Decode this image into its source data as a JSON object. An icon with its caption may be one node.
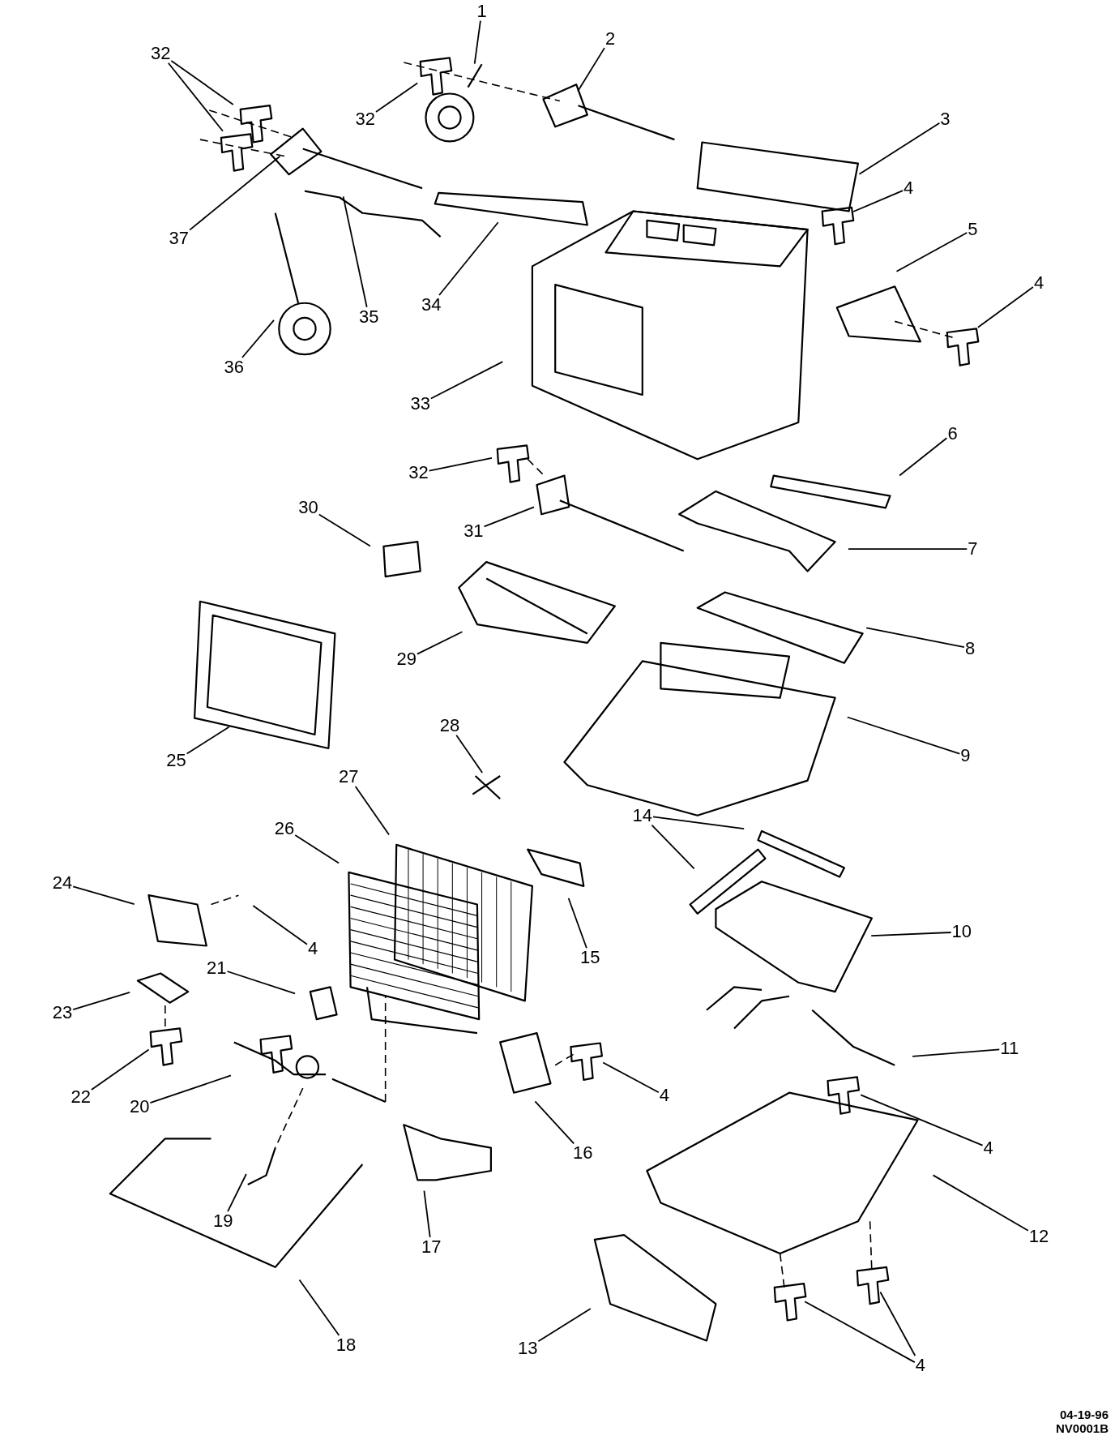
{
  "diagram": {
    "nodes": [
      {
        "text": [
          "1"
        ]
      },
      {
        "text": [
          "2"
        ]
      },
      {
        "text": [
          "32"
        ]
      },
      {
        "text": [
          "32"
        ]
      },
      {
        "text": [
          "3"
        ]
      },
      {
        "text": [
          "4"
        ]
      },
      {
        "text": [
          "5"
        ]
      },
      {
        "text": [
          "37"
        ]
      },
      {
        "text": [
          "4"
        ]
      },
      {
        "text": [
          "34"
        ]
      },
      {
        "text": [
          "35"
        ]
      },
      {
        "text": [
          "36"
        ]
      },
      {
        "text": [
          "33"
        ]
      },
      {
        "text": [
          "6"
        ]
      },
      {
        "text": [
          "32"
        ]
      },
      {
        "text": [
          "30"
        ]
      },
      {
        "text": [
          "31"
        ]
      },
      {
        "text": [
          "7"
        ]
      },
      {
        "text": [
          "8"
        ]
      },
      {
        "text": [
          "29"
        ]
      },
      {
        "text": [
          "28"
        ]
      },
      {
        "text": [
          "9"
        ]
      },
      {
        "text": [
          "25"
        ]
      },
      {
        "text": [
          "27"
        ]
      },
      {
        "text": [
          "14"
        ]
      },
      {
        "text": [
          "26"
        ]
      },
      {
        "text": [
          "24"
        ]
      },
      {
        "text": [
          "10"
        ]
      },
      {
        "text": [
          "4"
        ]
      },
      {
        "text": [
          "15"
        ]
      },
      {
        "text": [
          "21"
        ]
      },
      {
        "text": [
          "23"
        ]
      },
      {
        "text": [
          "11"
        ]
      },
      {
        "text": [
          "4"
        ]
      },
      {
        "text": [
          "22"
        ]
      },
      {
        "text": [
          "20"
        ]
      },
      {
        "text": [
          "4"
        ]
      },
      {
        "text": [
          "16"
        ]
      },
      {
        "text": [
          "19"
        ]
      },
      {
        "text": [
          "12"
        ]
      },
      {
        "text": [
          "17"
        ]
      },
      {
        "text": [
          "18"
        ]
      },
      {
        "text": [
          "13"
        ]
      },
      {
        "text": [
          "4"
        ]
      }
    ],
    "edges": [
      {
        "from": 0,
        "to": null,
        "arrow": "none"
      },
      {
        "from": 1,
        "to": null,
        "arrow": "none"
      },
      {
        "from": 2,
        "to": null,
        "arrow": "none"
      },
      {
        "from": 2,
        "to": null,
        "arrow": "none"
      },
      {
        "from": 3,
        "to": null,
        "arrow": "none"
      },
      {
        "from": 4,
        "to": null,
        "arrow": "none"
      },
      {
        "from": 5,
        "to": null,
        "arrow": "none"
      },
      {
        "from": 6,
        "to": null,
        "arrow": "none"
      },
      {
        "from": 7,
        "to": null,
        "arrow": "none"
      },
      {
        "from": 8,
        "to": null,
        "arrow": "none"
      },
      {
        "from": 9,
        "to": null,
        "arrow": "none"
      },
      {
        "from": 10,
        "to": null,
        "arrow": "none"
      },
      {
        "from": 11,
        "to": null,
        "arrow": "none"
      },
      {
        "from": 12,
        "to": null,
        "arrow": "none"
      },
      {
        "from": 13,
        "to": null,
        "arrow": "none"
      },
      {
        "from": 14,
        "to": null,
        "arrow": "none"
      },
      {
        "from": 15,
        "to": null,
        "arrow": "none"
      },
      {
        "from": 16,
        "to": null,
        "arrow": "none"
      },
      {
        "from": 17,
        "to": null,
        "arrow": "none"
      },
      {
        "from": 18,
        "to": null,
        "arrow": "none"
      },
      {
        "from": 19,
        "to": null,
        "arrow": "none"
      },
      {
        "from": 20,
        "to": null,
        "arrow": "none"
      },
      {
        "from": 21,
        "to": null,
        "arrow": "none"
      },
      {
        "from": 22,
        "to": null,
        "arrow": "none"
      },
      {
        "from": 23,
        "to": null,
        "arrow": "none"
      },
      {
        "from": 24,
        "to": null,
        "arrow": "none"
      },
      {
        "from": 24,
        "to": null,
        "arrow": "none"
      },
      {
        "from": 25,
        "to": null,
        "arrow": "none"
      },
      {
        "from": 26,
        "to": null,
        "arrow": "none"
      },
      {
        "from": 27,
        "to": null,
        "arrow": "none"
      },
      {
        "from": 28,
        "to": null,
        "arrow": "none"
      },
      {
        "from": 29,
        "to": null,
        "arrow": "none"
      },
      {
        "from": 30,
        "to": null,
        "arrow": "none"
      },
      {
        "from": 31,
        "to": null,
        "arrow": "none"
      },
      {
        "from": 32,
        "to": null,
        "arrow": "none"
      },
      {
        "from": 33,
        "to": null,
        "arrow": "none"
      },
      {
        "from": 34,
        "to": null,
        "arrow": "none"
      },
      {
        "from": 35,
        "to": null,
        "arrow": "none"
      },
      {
        "from": 36,
        "to": null,
        "arrow": "none"
      },
      {
        "from": 37,
        "to": null,
        "arrow": "none"
      },
      {
        "from": 38,
        "to": null,
        "arrow": "none"
      },
      {
        "from": 39,
        "to": null,
        "arrow": "none"
      },
      {
        "from": 40,
        "to": null,
        "arrow": "none"
      },
      {
        "from": 41,
        "to": null,
        "arrow": "none"
      },
      {
        "from": 42,
        "to": null,
        "arrow": "none"
      },
      {
        "from": 43,
        "to": null,
        "arrow": "none"
      },
      {
        "from": 43,
        "to": null,
        "arrow": "none"
      }
    ],
    "labels": [
      "04-19-96",
      "NV0001B"
    ]
  }
}
